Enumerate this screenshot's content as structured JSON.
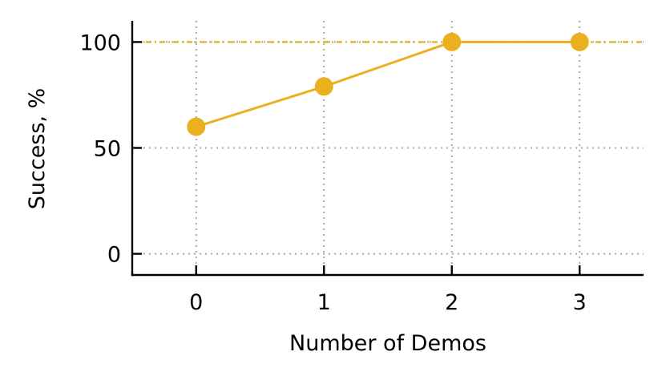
{
  "chart_data": {
    "type": "line",
    "title": "",
    "xlabel": "Number of Demos",
    "ylabel": "Success, %",
    "x": [
      0,
      1,
      2,
      3
    ],
    "categories": [
      "0",
      "1",
      "2",
      "3"
    ],
    "series": [
      {
        "name": "Success",
        "values": [
          60,
          79,
          100,
          100
        ],
        "color": "#EBB020",
        "marker": "circle"
      }
    ],
    "reference_lines": [
      {
        "axis": "y",
        "value": 100,
        "style": "dash-dot",
        "color": "#EBB020"
      }
    ],
    "xlim": [
      -0.5,
      3.5
    ],
    "ylim": [
      -10,
      110
    ],
    "xticks": [
      0,
      1,
      2,
      3
    ],
    "yticks": [
      0,
      50,
      100
    ],
    "xtick_labels": [
      "0",
      "1",
      "2",
      "3"
    ],
    "ytick_labels": [
      "0",
      "50",
      "100"
    ],
    "grid": true,
    "grid_style": "dotted",
    "grid_color": "#AAAAAA",
    "legend": null
  }
}
